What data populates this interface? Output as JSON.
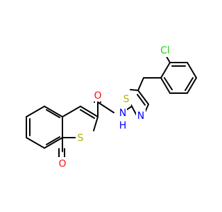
{
  "molecule": {
    "atom_colors": {
      "C": "#000000",
      "N": "#0000ff",
      "O": "#ff0d0d",
      "S": "#b2b200",
      "Cl": "#1fd01f"
    },
    "labels": {
      "chlorine": "Cl",
      "amide_oxygen": "O",
      "amide_nh_n": "N",
      "amide_nh_h": "H",
      "ring_sulfur": "S",
      "thiazole_sulfur": "S",
      "thiazole_nitrogen": "N",
      "ketone_oxygen": "O"
    }
  }
}
